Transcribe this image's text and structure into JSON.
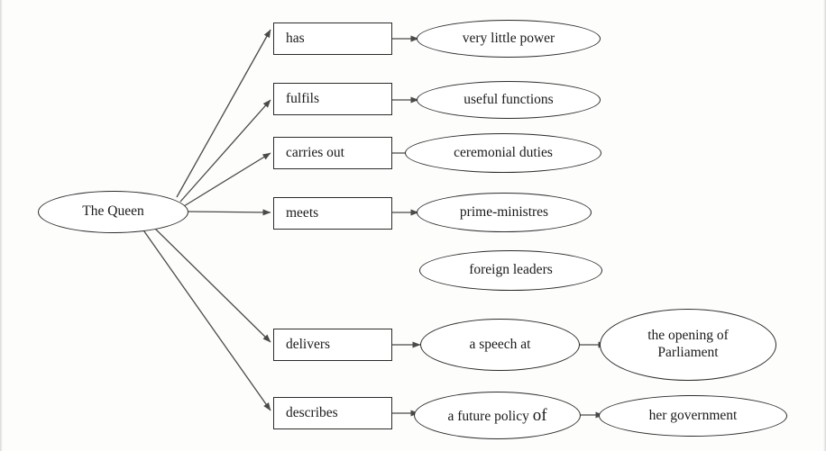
{
  "diagram": {
    "type": "concept-map",
    "title": "The Queen concept map",
    "colors": {
      "background": "#fdfdfc",
      "stroke": "#2b2b2b",
      "node_fill": "#ffffff",
      "text": "#1a1a1a"
    },
    "root": {
      "label": "The Queen",
      "shape": "ellipse"
    },
    "verbs": [
      {
        "id": "has",
        "label": "has",
        "shape": "rect"
      },
      {
        "id": "fulfils",
        "label": "fulfils",
        "shape": "rect"
      },
      {
        "id": "carries-out",
        "label": "carries out",
        "shape": "rect"
      },
      {
        "id": "meets",
        "label": "meets",
        "shape": "rect"
      },
      {
        "id": "delivers",
        "label": "delivers",
        "shape": "rect"
      },
      {
        "id": "describes",
        "label": "describes",
        "shape": "rect"
      }
    ],
    "objects": [
      {
        "id": "very-little-power",
        "label": "very little power",
        "shape": "ellipse"
      },
      {
        "id": "useful-functions",
        "label": "useful functions",
        "shape": "ellipse"
      },
      {
        "id": "ceremonial-duties",
        "label": "ceremonial duties",
        "shape": "ellipse"
      },
      {
        "id": "prime-ministres",
        "label": "prime-ministres",
        "shape": "ellipse"
      },
      {
        "id": "foreign-leaders",
        "label": "foreign leaders",
        "shape": "ellipse"
      },
      {
        "id": "a-speech-at",
        "label": "a speech at",
        "shape": "ellipse"
      },
      {
        "id": "a-future-policy-of",
        "label_part1": "a future policy ",
        "label_part2": "of",
        "shape": "ellipse"
      }
    ],
    "complements": [
      {
        "id": "the-opening-of-parliament",
        "line1": "the opening of",
        "line2": "Parliament",
        "shape": "ellipse"
      },
      {
        "id": "her-government",
        "label": "her government",
        "shape": "ellipse"
      }
    ],
    "edges": [
      {
        "from": "The Queen",
        "to": "has"
      },
      {
        "from": "The Queen",
        "to": "fulfils"
      },
      {
        "from": "The Queen",
        "to": "carries out"
      },
      {
        "from": "The Queen",
        "to": "meets"
      },
      {
        "from": "The Queen",
        "to": "delivers"
      },
      {
        "from": "The Queen",
        "to": "describes"
      },
      {
        "from": "has",
        "to": "very little power"
      },
      {
        "from": "fulfils",
        "to": "useful functions"
      },
      {
        "from": "carries out",
        "to": "ceremonial duties"
      },
      {
        "from": "meets",
        "to": "prime-ministres"
      },
      {
        "from": "delivers",
        "to": "a speech at"
      },
      {
        "from": "a speech at",
        "to": "the opening of Parliament"
      },
      {
        "from": "describes",
        "to": "a future policy of"
      },
      {
        "from": "a future policy of",
        "to": "her government"
      }
    ]
  }
}
